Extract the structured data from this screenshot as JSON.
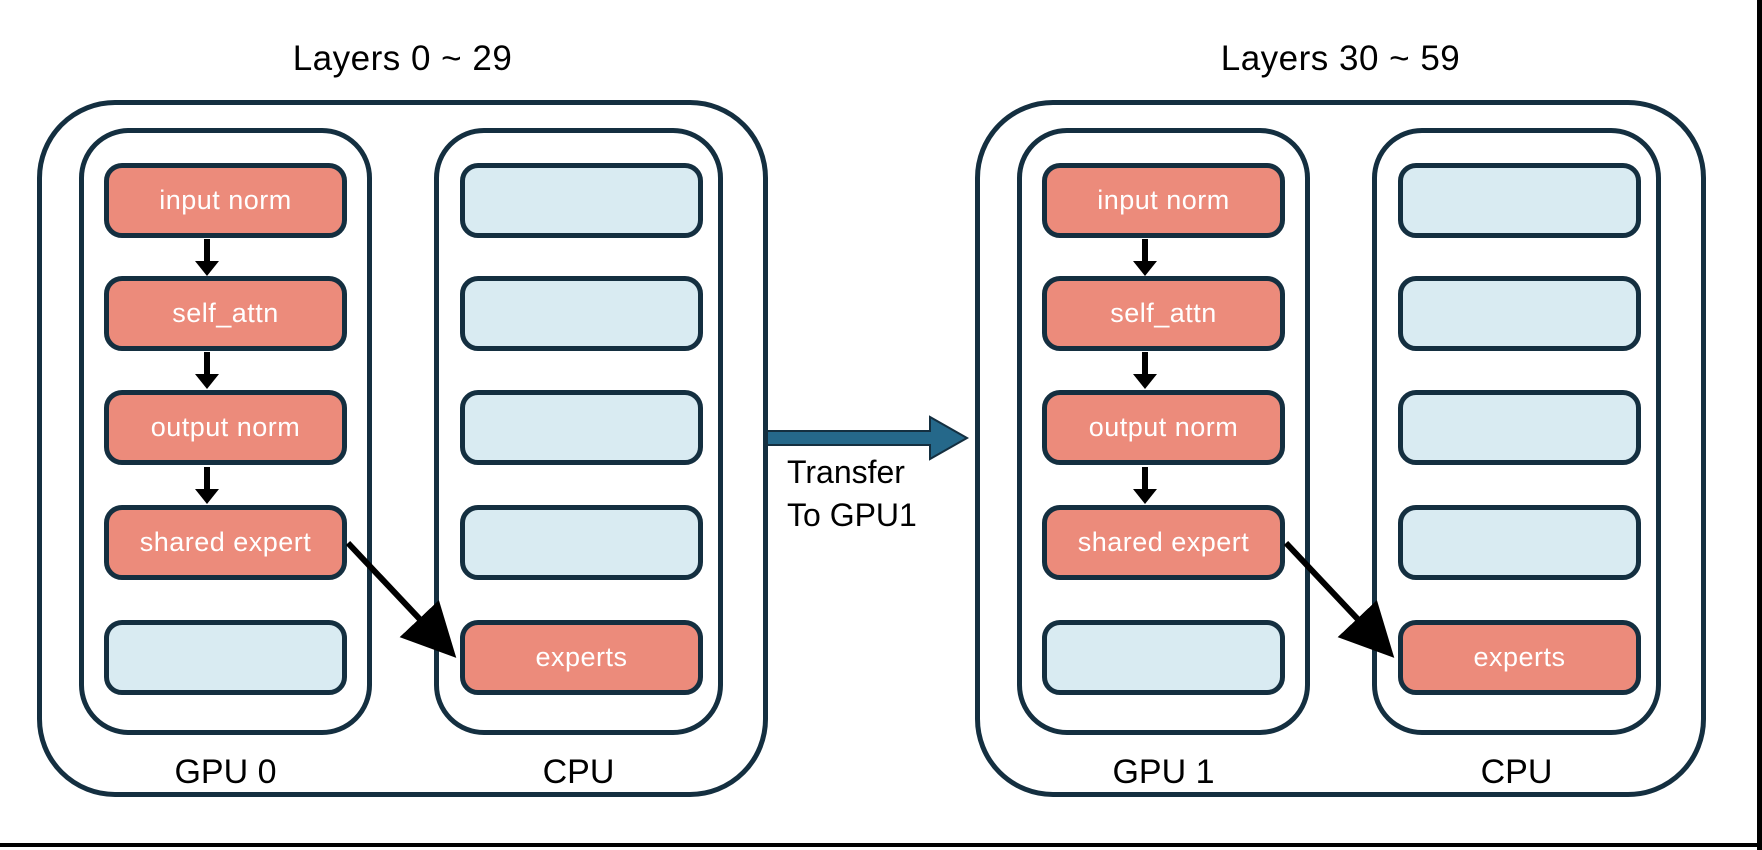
{
  "colors": {
    "border_navy": "#142f40",
    "module_salmon": "#ec8b7b",
    "module_light_blue": "#d9ebf2",
    "transfer_arrow_teal": "#25688a",
    "text_black": "#000000",
    "text_white": "#ffffff"
  },
  "groups": [
    {
      "title": "Layers 0 ~ 29",
      "gpu_label": "GPU 0",
      "cpu_label": "CPU",
      "gpu_boxes": [
        {
          "label": "input norm",
          "highlighted": true
        },
        {
          "label": "self_attn",
          "highlighted": true
        },
        {
          "label": "output norm",
          "highlighted": true
        },
        {
          "label": "shared expert",
          "highlighted": true
        },
        {
          "label": "",
          "highlighted": false
        }
      ],
      "cpu_boxes": [
        {
          "label": "",
          "highlighted": false
        },
        {
          "label": "",
          "highlighted": false
        },
        {
          "label": "",
          "highlighted": false
        },
        {
          "label": "",
          "highlighted": false
        },
        {
          "label": "experts",
          "highlighted": true
        }
      ]
    },
    {
      "title": "Layers 30 ~ 59",
      "gpu_label": "GPU 1",
      "cpu_label": "CPU",
      "gpu_boxes": [
        {
          "label": "input norm",
          "highlighted": true
        },
        {
          "label": "self_attn",
          "highlighted": true
        },
        {
          "label": "output norm",
          "highlighted": true
        },
        {
          "label": "shared expert",
          "highlighted": true
        },
        {
          "label": "",
          "highlighted": false
        }
      ],
      "cpu_boxes": [
        {
          "label": "",
          "highlighted": false
        },
        {
          "label": "",
          "highlighted": false
        },
        {
          "label": "",
          "highlighted": false
        },
        {
          "label": "",
          "highlighted": false
        },
        {
          "label": "experts",
          "highlighted": true
        }
      ]
    }
  ],
  "transfer": {
    "line1": "Transfer",
    "line2": "To GPU1"
  },
  "icons": {
    "flow_arrow": "down-arrow",
    "offload_arrow": "diagonal-down-right-arrow",
    "transfer_arrow": "right-arrow"
  }
}
